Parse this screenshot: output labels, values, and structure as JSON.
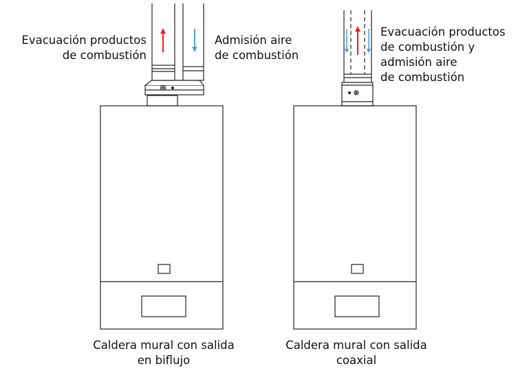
{
  "left_diagram": {
    "exhaust_label": [
      "Evacuación productos",
      "de combustión"
    ],
    "intake_label": [
      "Admisión aire",
      "de combustión"
    ],
    "caption": [
      "Caldera mural con salida",
      "en biflujo"
    ]
  },
  "right_diagram": {
    "combined_label": [
      "Evacuación productos",
      "de combustión y",
      "admisión aire",
      "de combustión"
    ],
    "caption": [
      "Caldera mural con salida",
      "coaxial"
    ]
  },
  "colors": {
    "exhaust_arrow": "#e8201e",
    "intake_arrow": "#4aa3d6",
    "outline": "#222222"
  }
}
